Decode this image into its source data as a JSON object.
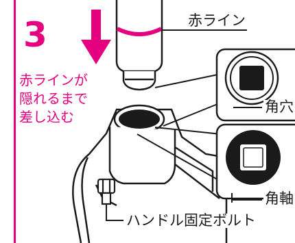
{
  "step": {
    "number": "3"
  },
  "instruction": {
    "lines": [
      "赤ラインが",
      "隠れるまで",
      "差し込む"
    ]
  },
  "labels": {
    "red_line": "赤ライン",
    "square_hole": "角穴",
    "square_shaft": "角軸",
    "handle_bolt": "ハンドル固定ボルト"
  },
  "colors": {
    "accent": "#e4007f",
    "stroke": "#1a1a1a",
    "border": "#e4007f"
  }
}
